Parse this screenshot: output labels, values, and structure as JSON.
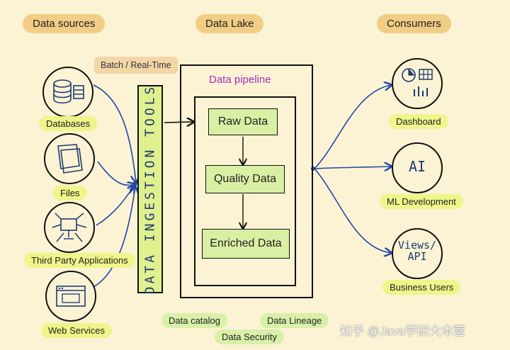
{
  "headings": {
    "sources": "Data sources",
    "lake": "Data Lake",
    "consumers": "Consumers"
  },
  "batch_label": "Batch / Real-Time",
  "ingestion_label": "DATA INGESTION TOOLS",
  "pipeline": {
    "title": "Data pipeline",
    "stages": [
      "Raw Data",
      "Quality Data",
      "Enriched Data"
    ]
  },
  "sources": [
    "Databases",
    "Files",
    "Third Party Applications",
    "Web Services"
  ],
  "consumers": [
    "Dashboard",
    "ML Development",
    "Business Users"
  ],
  "consumer_icon_text": {
    "ai": "AI",
    "views": "Views/ API"
  },
  "governance": [
    "Data catalog",
    "Data Lineage",
    "Data Security"
  ],
  "watermark": "知乎 @Java学研大本营",
  "colors": {
    "background": "#fbf3d4",
    "heading_highlight": "#f1cd85",
    "label_highlight": "#eef58a",
    "stage_fill": "#d9efa3",
    "pipeline_title": "#a22fb5",
    "arrow": "#2346a8"
  }
}
